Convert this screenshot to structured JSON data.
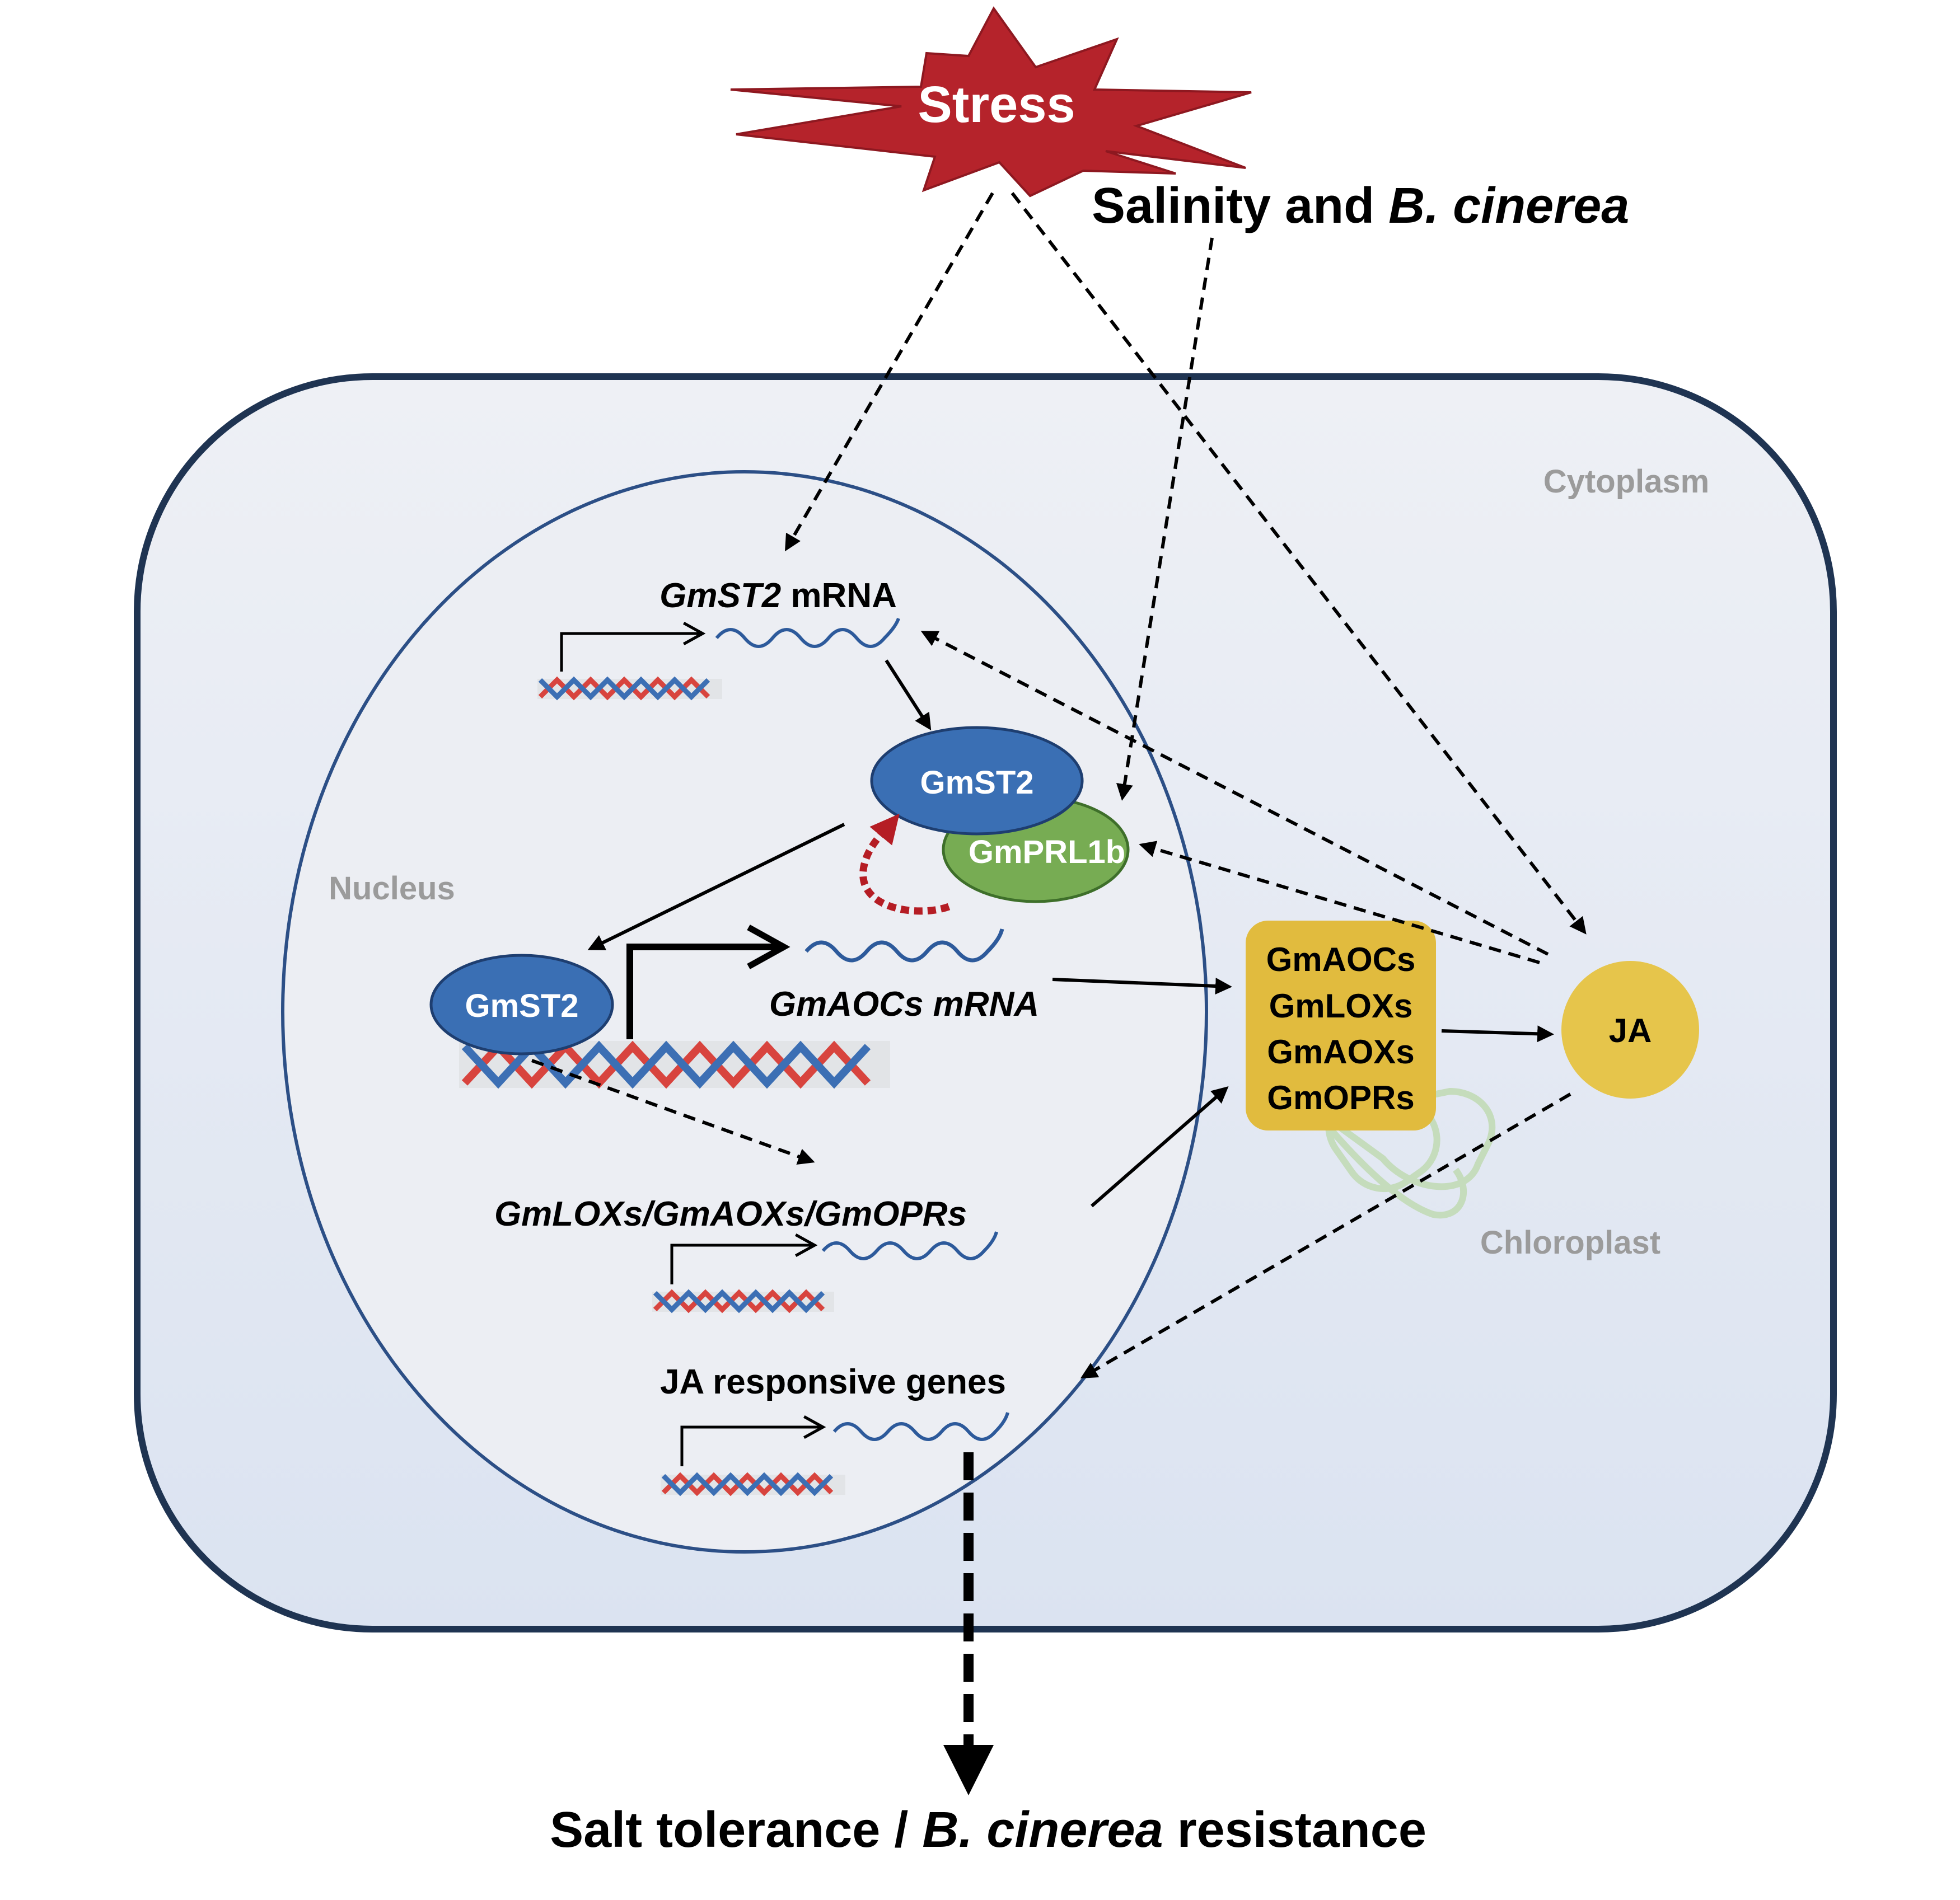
{
  "stress": {
    "label": "Stress"
  },
  "heading": {
    "text_a": "Salinity and ",
    "text_b": "B. cinerea"
  },
  "compartments": {
    "cytoplasm": "Cytoplasm",
    "nucleus": "Nucleus",
    "chloroplast": "Chloroplast"
  },
  "genes": {
    "gmst2_mrna_italic": "GmST2",
    "gmst2_mrna_suffix": " mRNA",
    "gmaocs_mrna": "GmAOCs mRNA",
    "lox_aox_opr": "GmLOXs/GmAOXs/GmOPRs",
    "ja_responsive": "JA responsive genes"
  },
  "proteins": {
    "gmst2_top": "GmST2",
    "gmprl1b": "GmPRL1b",
    "gmst2_bound": "GmST2"
  },
  "enzymes": [
    "GmAOCs",
    "GmLOXs",
    "GmAOXs",
    "GmOPRs"
  ],
  "ja": {
    "label": "JA"
  },
  "outcome": {
    "text_a": "Salt tolerance / ",
    "text_b": "B. cinerea",
    "text_c": " resistance"
  },
  "colors": {
    "stress_fill": "#b5232b",
    "cell_border": "#1f3452",
    "nucleus_border": "#2c4f86",
    "protein_blue": "#3a6fb4",
    "protein_green": "#77ac53",
    "enzyme_box": "#e1bb3e",
    "ja_circle": "#e6c54b",
    "feedback_red": "#b51d24",
    "label_grey": "#9b9b9b"
  }
}
